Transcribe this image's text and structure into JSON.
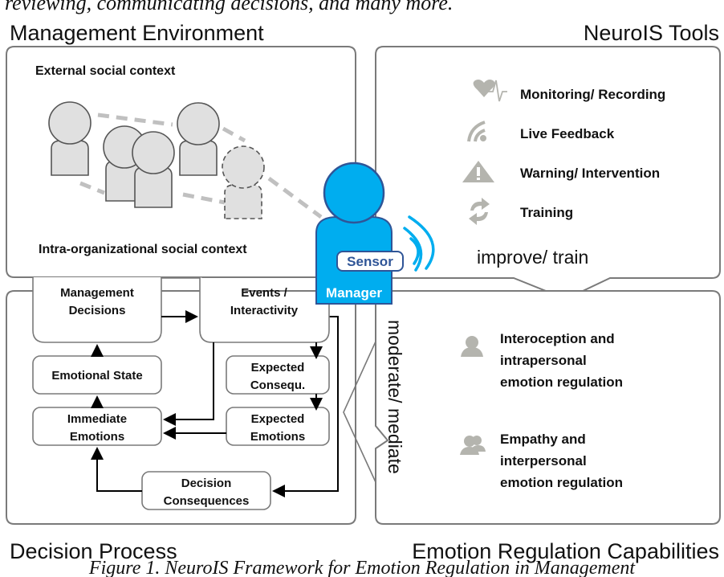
{
  "intro_text": "reviewing, communicating decisions, and many more.",
  "quadrants": {
    "management_environment": {
      "title": "Management Environment",
      "external_label": "External social context",
      "intra_label": "Intra-organizational social context"
    },
    "neurois_tools": {
      "title": "NeuroIS Tools",
      "items": [
        {
          "icon": "heart-rate-icon",
          "label": "Monitoring/ Recording"
        },
        {
          "icon": "feedback-signal-icon",
          "label": "Live Feedback"
        },
        {
          "icon": "warning-icon",
          "label": "Warning/ Intervention"
        },
        {
          "icon": "refresh-icon",
          "label": "Training"
        }
      ],
      "connector_label": "improve/ train"
    },
    "decision_process": {
      "title": "Decision Process",
      "boxes": {
        "management_decisions": [
          "Management",
          "Decisions"
        ],
        "events": [
          "Events /",
          "Interactivity"
        ],
        "emotional_state": [
          "Emotional State"
        ],
        "immediate_emotions": [
          "Immediate",
          "Emotions"
        ],
        "expected_consequ": [
          "Expected",
          "Consequ."
        ],
        "expected_emotions": [
          "Expected",
          "Emotions"
        ],
        "decision_consequences": [
          "Decision",
          "Consequences"
        ]
      }
    },
    "emotion_regulation": {
      "title": "Emotion Regulation Capabilities",
      "items": [
        {
          "icon": "single-person-icon",
          "lines": [
            "Interoception and",
            "intrapersonal",
            "emotion regulation"
          ]
        },
        {
          "icon": "two-persons-icon",
          "lines": [
            "Empathy and",
            "interpersonal",
            "emotion regulation"
          ]
        }
      ],
      "connector_label": "moderate/ mediate"
    }
  },
  "manager": {
    "label": "Manager",
    "sensor_label": "Sensor",
    "color": "#00adef",
    "outline": "#2f5597"
  },
  "caption": "Figure 1. NeuroIS Framework for Emotion Regulation in Management"
}
